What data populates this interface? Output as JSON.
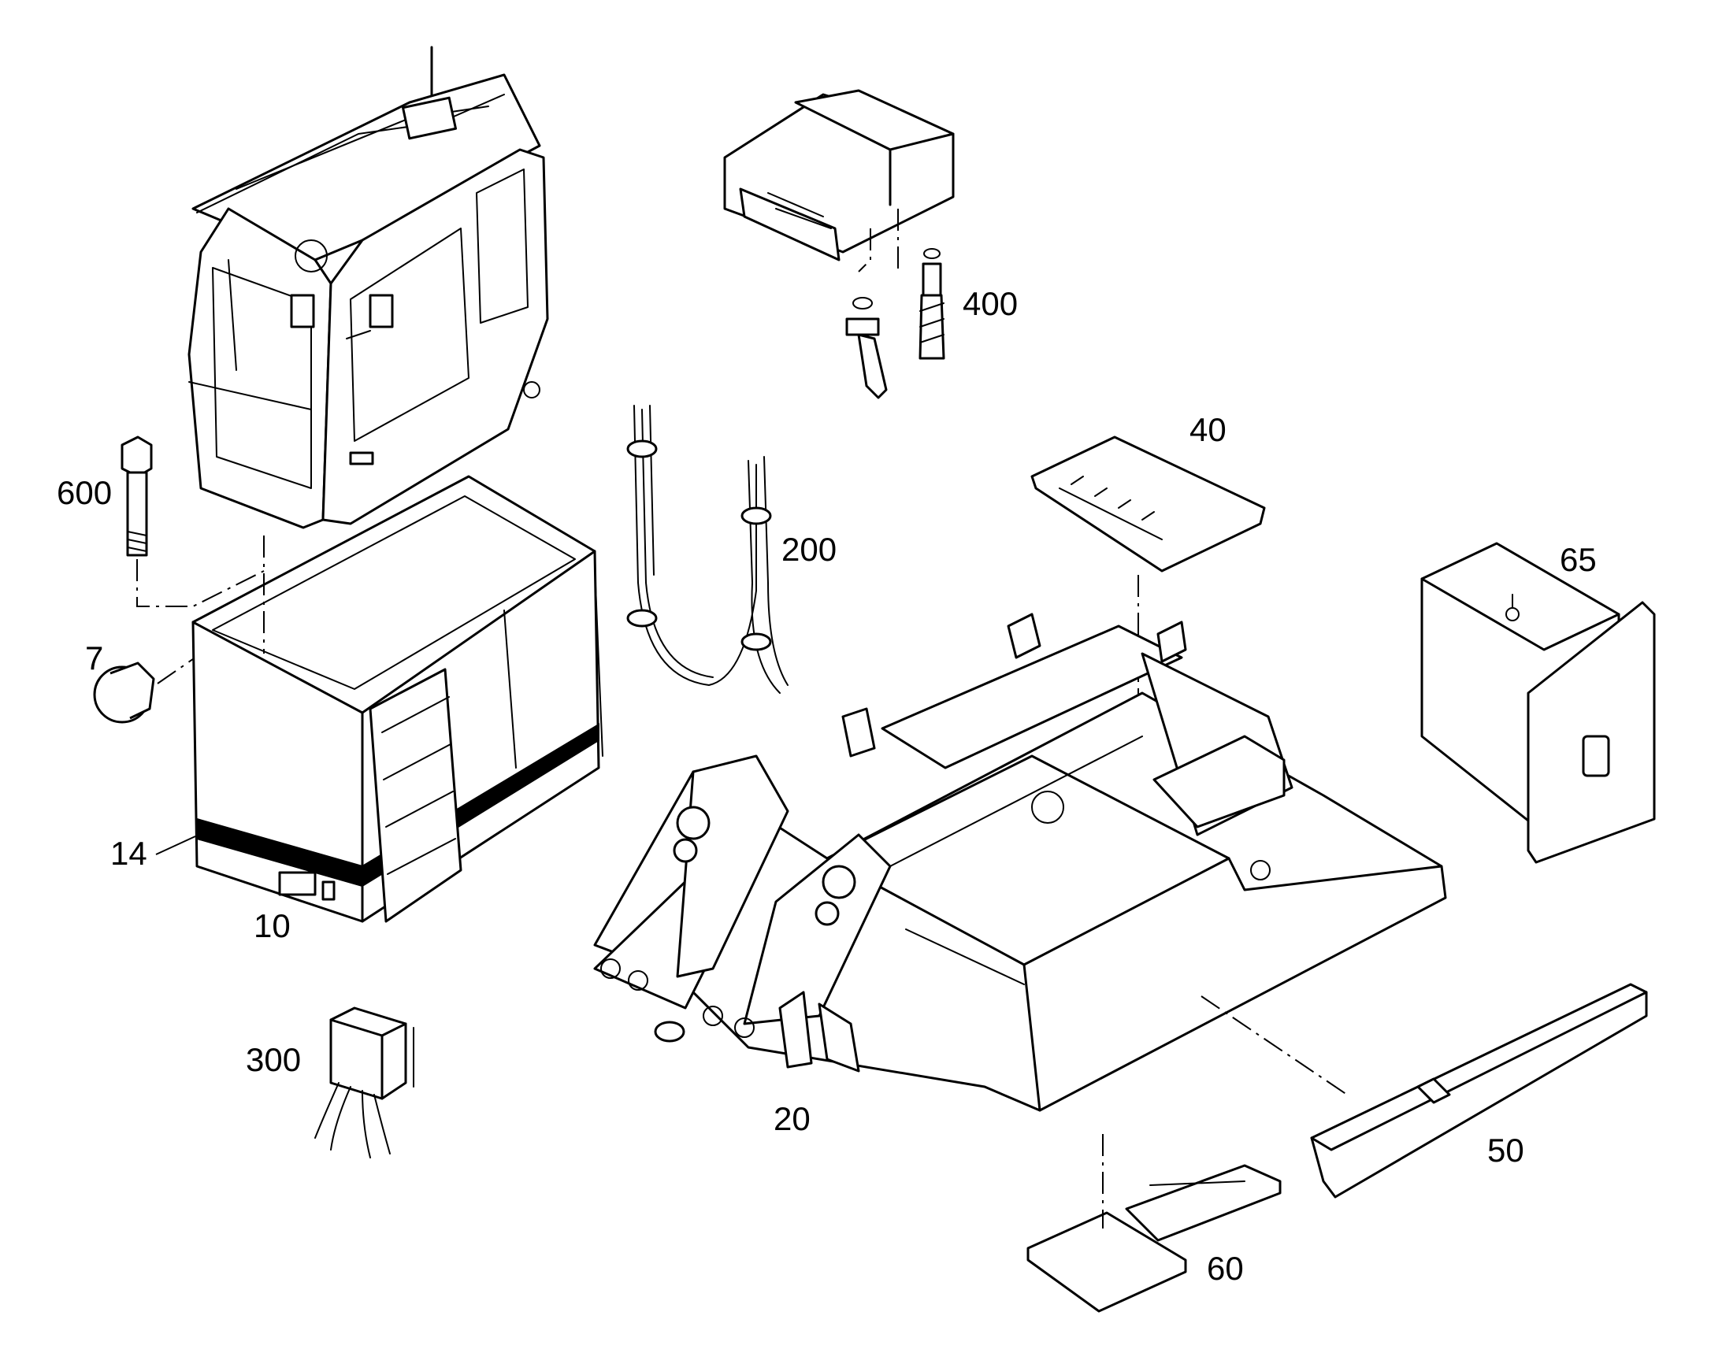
{
  "labels": {
    "p600": "600",
    "p7": "7",
    "p14": "14",
    "p10": "10",
    "p300": "300",
    "p200": "200",
    "p400": "400",
    "p40": "40",
    "p65": "65",
    "p20": "20",
    "p50": "50",
    "p60": "60"
  }
}
